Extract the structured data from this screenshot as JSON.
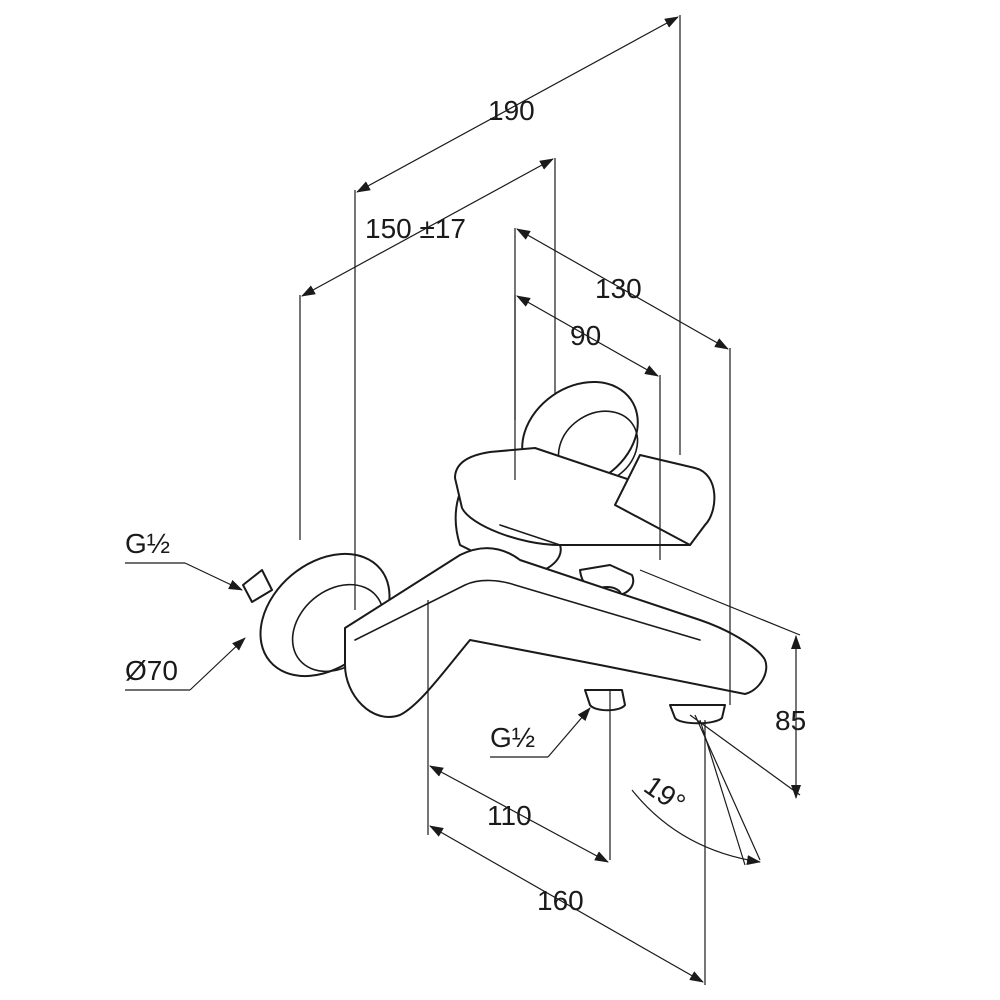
{
  "dimensions": {
    "d190": "190",
    "d150": "150 ±17",
    "d130": "130",
    "d90": "90",
    "d110": "110",
    "d160": "160",
    "d85": "85",
    "angle": "19°",
    "dia": "Ø70",
    "thread_inlet": "G½",
    "thread_outlet": "G½"
  },
  "colors": {
    "line": "#1a1a1a",
    "background": "#ffffff"
  }
}
